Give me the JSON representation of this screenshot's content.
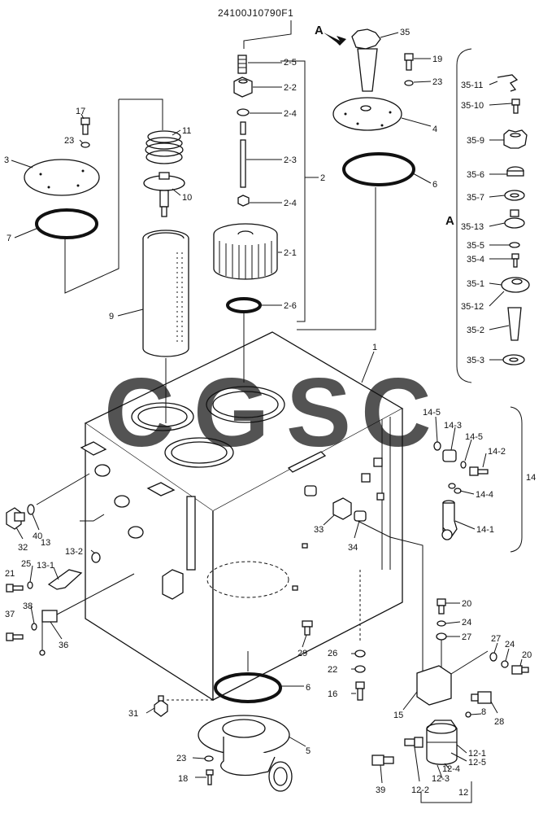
{
  "header": {
    "part_number": "24100J10790F1"
  },
  "view_marker": "A",
  "watermark": {
    "letters": [
      "C",
      "G",
      "S",
      "C"
    ],
    "colors": [
      "#6f9ff0",
      "#ee7e77",
      "#f7d77a",
      "#5fbf8f"
    ]
  },
  "labels": {
    "l1": "1",
    "l2": "2",
    "l2_1": "2-1",
    "l2_2": "2-2",
    "l2_3": "2-3",
    "l2_4a": "2-4",
    "l2_4b": "2-4",
    "l2_5": "2-5",
    "l2_6": "2-6",
    "l3": "3",
    "l4": "4",
    "l5": "5",
    "l6a": "6",
    "l6b": "6",
    "l7": "7",
    "l8": "8",
    "l9": "9",
    "l10": "10",
    "l11": "11",
    "l12": "12",
    "l12_1": "12-1",
    "l12_2": "12-2",
    "l12_3": "12-3",
    "l12_4": "12-4",
    "l12_5": "12-5",
    "l13": "13",
    "l13_1": "13-1",
    "l13_2": "13-2",
    "l14": "14",
    "l14_1": "14-1",
    "l14_2": "14-2",
    "l14_3": "14-3",
    "l14_4": "14-4",
    "l14_5a": "14-5",
    "l14_5b": "14-5",
    "l15": "15",
    "l16": "16",
    "l17": "17",
    "l18": "18",
    "l19": "19",
    "l20a": "20",
    "l20b": "20",
    "l21": "21",
    "l22": "22",
    "l23a": "23",
    "l23b": "23",
    "l23c": "23",
    "l24a": "24",
    "l24b": "24",
    "l25": "25",
    "l26": "26",
    "l27a": "27",
    "l27b": "27",
    "l28": "28",
    "l29": "29",
    "l31": "31",
    "l32": "32",
    "l33": "33",
    "l34": "34",
    "l35": "35",
    "l35_1": "35-1",
    "l35_2": "35-2",
    "l35_3": "35-3",
    "l35_4": "35-4",
    "l35_5": "35-5",
    "l35_6": "35-6",
    "l35_7": "35-7",
    "l35_9": "35-9",
    "l35_10": "35-10",
    "l35_11": "35-11",
    "l35_12": "35-12",
    "l35_13": "35-13",
    "l36": "36",
    "l37": "37",
    "l38": "38",
    "l39": "39",
    "l40": "40"
  }
}
